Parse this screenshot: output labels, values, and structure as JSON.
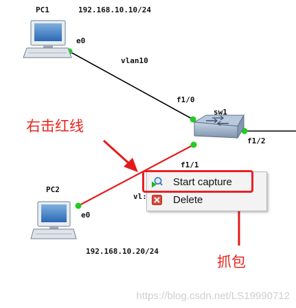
{
  "devices": {
    "pc1": {
      "name": "PC1",
      "ip": "192.168.10.10/24",
      "iface": "e0"
    },
    "pc2": {
      "name": "PC2",
      "ip": "192.168.10.20/24",
      "iface": "e0"
    },
    "sw1": {
      "name": "sw1",
      "ports": {
        "top": "f1/0",
        "bottom": "f1/1",
        "right": "f1/2"
      }
    }
  },
  "links": {
    "top_label": "vlan10",
    "bottom_label_partial": "vl:"
  },
  "annotations": {
    "right_click_hint": "右击红线",
    "capture_hint": "抓包"
  },
  "context_menu": {
    "items": [
      {
        "label": "Start capture",
        "icon": "magnifier-play-icon"
      },
      {
        "label": "Delete",
        "icon": "delete-x-icon"
      }
    ]
  },
  "watermark": "https://blog.csdn.net/LS19990712",
  "colors": {
    "annotation_red": "#e8261f",
    "link_up_green": "#22cc22",
    "selected_link_red": "#e41a1a"
  }
}
